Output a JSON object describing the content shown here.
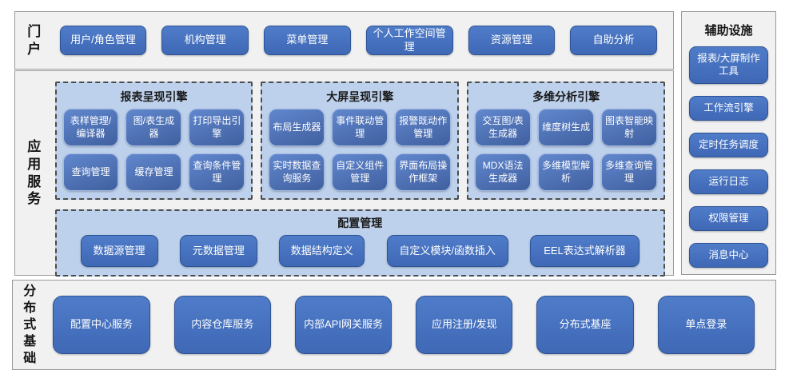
{
  "portal": {
    "label": "门户",
    "buttons": [
      "用户/角色管理",
      "机构管理",
      "菜单管理",
      "个人工作空间管理",
      "资源管理",
      "自助分析"
    ]
  },
  "app_services": {
    "label": "应用服务",
    "engines": [
      {
        "title": "报表呈现引擎",
        "buttons": [
          "表样管理/编译器",
          "图/表生成器",
          "打印导出引擎",
          "查询管理",
          "缓存管理",
          "查询条件管理"
        ]
      },
      {
        "title": "大屏呈现引擎",
        "buttons": [
          "布局生成器",
          "事件联动管理",
          "报警既动作管理",
          "实时数据查询服务",
          "自定义组件管理",
          "界面布局操作框架"
        ]
      },
      {
        "title": "多维分析引擎",
        "buttons": [
          "交互图/表生成器",
          "维度树生成",
          "图表智能映射",
          "MDX语法生成器",
          "多维模型解析",
          "多维查询管理"
        ]
      }
    ],
    "config": {
      "title": "配置管理",
      "buttons": [
        "数据源管理",
        "元数据管理",
        "数据结构定义",
        "自定义模块/函数插入",
        "EEL表达式解析器"
      ]
    }
  },
  "aux": {
    "title": "辅助设施",
    "buttons": [
      "报表/大屏制作工具",
      "工作流引擎",
      "定时任务调度",
      "运行日志",
      "权限管理",
      "消息中心"
    ]
  },
  "distributed": {
    "label": "分布式基础",
    "buttons": [
      "配置中心服务",
      "内容仓库服务",
      "内部API网关服务",
      "应用注册/发现",
      "分布式基座",
      "单点登录"
    ]
  },
  "colors": {
    "button_blue": "#4472c4",
    "button_border": "#2e5395",
    "panel_blue": "#bdd1ec",
    "section_gray": "#f1f1f1",
    "section_border": "#999999",
    "text_dark": "#141414",
    "text_light": "#ffffff"
  }
}
